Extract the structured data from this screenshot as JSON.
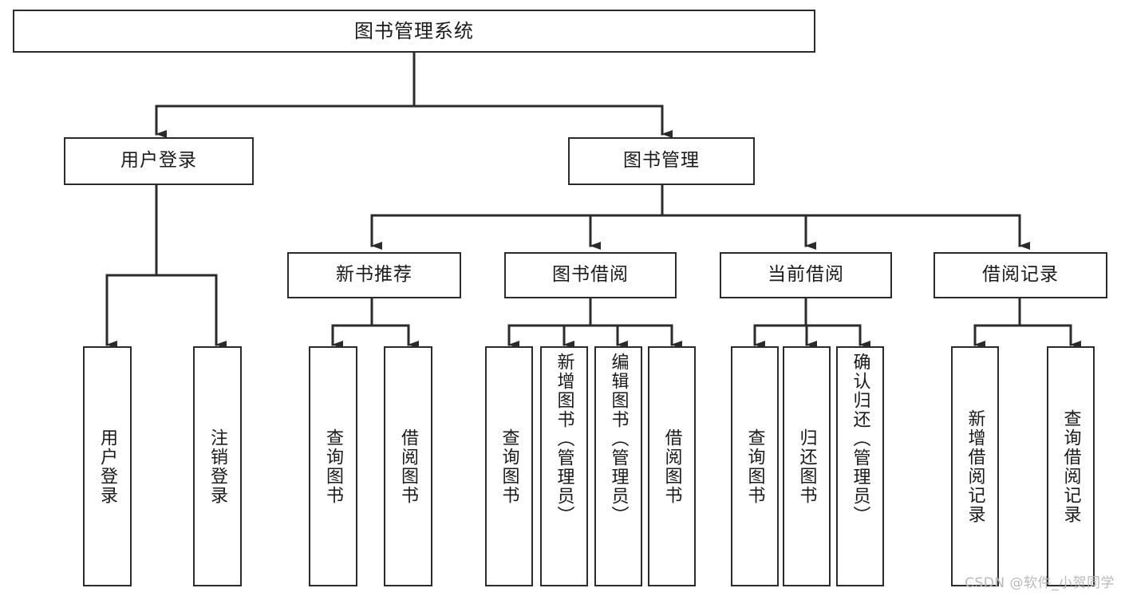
{
  "diagram": {
    "title": "图书管理系统",
    "watermark": "CSDN @软件_小贺同学",
    "line_color": "#2b2b2b",
    "box_fill": "#ffffff",
    "text_color": "#1a1a1a",
    "watermark_color": "#b9b9b9",
    "root": {
      "label": "图书管理系统"
    },
    "level2": [
      {
        "id": "user-login",
        "label": "用户登录"
      },
      {
        "id": "book-manage",
        "label": "图书管理"
      }
    ],
    "level3": [
      {
        "id": "new-book-recommend",
        "label": "新书推荐",
        "parent": "book-manage"
      },
      {
        "id": "book-borrow",
        "label": "图书借阅",
        "parent": "book-manage"
      },
      {
        "id": "current-borrow",
        "label": "当前借阅",
        "parent": "book-manage"
      },
      {
        "id": "borrow-record",
        "label": "借阅记录",
        "parent": "book-manage"
      }
    ],
    "leaves": [
      {
        "id": "leaf-user-login",
        "label": "用户登录",
        "parent": "user-login"
      },
      {
        "id": "leaf-logout-login",
        "label": "注销登录",
        "parent": "user-login"
      },
      {
        "id": "leaf-query-book-1",
        "label": "查询图书",
        "parent": "new-book-recommend"
      },
      {
        "id": "leaf-borrow-book-1",
        "label": "借阅图书",
        "parent": "new-book-recommend"
      },
      {
        "id": "leaf-query-book-2",
        "label": "查询图书",
        "parent": "book-borrow"
      },
      {
        "id": "leaf-add-book",
        "label": "新增图书（管理员）",
        "parent": "book-borrow"
      },
      {
        "id": "leaf-edit-book",
        "label": "编辑图书（管理员）",
        "parent": "book-borrow"
      },
      {
        "id": "leaf-borrow-book-2",
        "label": "借阅图书",
        "parent": "book-borrow"
      },
      {
        "id": "leaf-query-book-3",
        "label": "查询图书",
        "parent": "current-borrow"
      },
      {
        "id": "leaf-return-book",
        "label": "归还图书",
        "parent": "current-borrow"
      },
      {
        "id": "leaf-confirm-return",
        "label": "确认归还（管理员）",
        "parent": "current-borrow"
      },
      {
        "id": "leaf-add-record",
        "label": "新增借阅记录",
        "parent": "borrow-record"
      },
      {
        "id": "leaf-query-record",
        "label": "查询借阅记录",
        "parent": "borrow-record"
      }
    ]
  }
}
